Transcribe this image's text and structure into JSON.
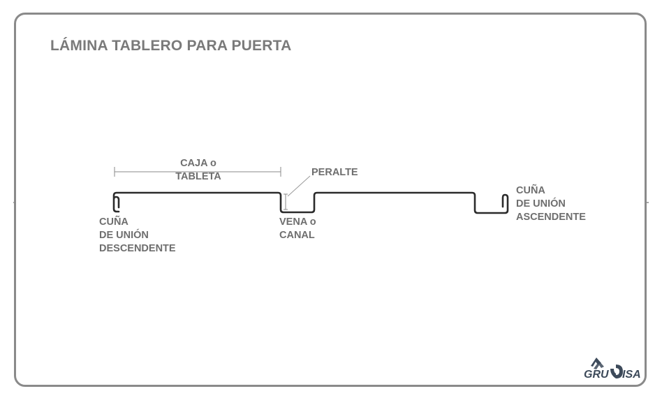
{
  "title": "LÁMINA TABLERO PARA PUERTA",
  "labels": {
    "caja_line1": "CAJA o",
    "caja_line2": "TABLETA",
    "peralte": "PERALTE",
    "vena_line1": "VENA o",
    "vena_line2": "CANAL",
    "cuna_desc_line1": "CUÑA",
    "cuna_desc_line2": "DE UNIÓN",
    "cuna_desc_line3": "DESCENDENTE",
    "cuna_asc_line1": "CUÑA",
    "cuna_asc_line2": "DE UNIÓN",
    "cuna_asc_line3": "ASCENDENTE"
  },
  "logo": {
    "left_text": "GRU",
    "right_text": "ISA"
  },
  "colors": {
    "frame": "#8a8a8a",
    "title": "#7a7a7a",
    "labels": "#6e6e6e",
    "profile": "#2b2b2b",
    "logo": "#3d4a5a"
  }
}
